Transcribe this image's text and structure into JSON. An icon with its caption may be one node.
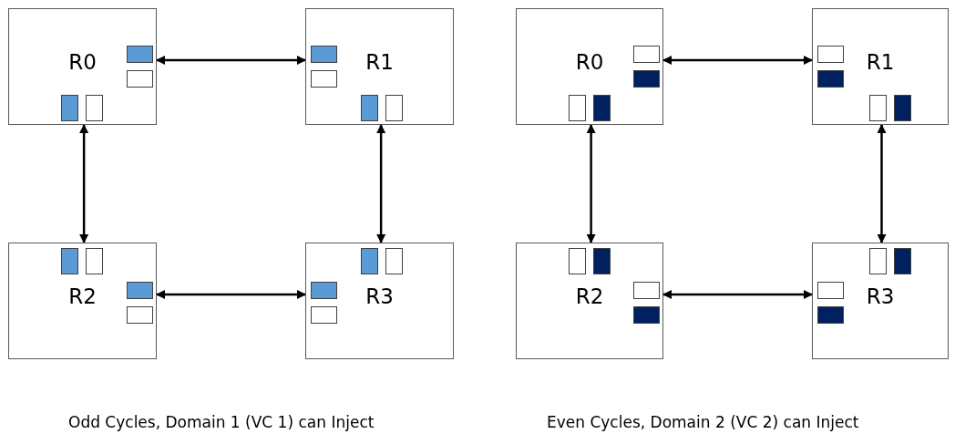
{
  "diagram": {
    "nodes": [
      {
        "text": [
          "R0"
        ]
      },
      {
        "text": [
          "R1"
        ]
      },
      {
        "text": [
          "R2"
        ]
      },
      {
        "text": [
          "R3"
        ]
      },
      {
        "text": [
          "R0"
        ]
      },
      {
        "text": [
          "R1"
        ]
      },
      {
        "text": [
          "R2"
        ]
      },
      {
        "text": [
          "R3"
        ]
      }
    ],
    "edges": [
      {
        "from": 0,
        "to": 1,
        "arrow": "both"
      },
      {
        "from": 0,
        "to": 2,
        "arrow": "both"
      },
      {
        "from": 1,
        "to": 3,
        "arrow": "both"
      },
      {
        "from": 2,
        "to": 3,
        "arrow": "both"
      },
      {
        "from": 4,
        "to": 5,
        "arrow": "both"
      },
      {
        "from": 4,
        "to": 6,
        "arrow": "both"
      },
      {
        "from": 5,
        "to": 7,
        "arrow": "both"
      },
      {
        "from": 6,
        "to": 7,
        "arrow": "both"
      }
    ],
    "labels": [
      "Odd Cycles, Domain 1 (VC 1) can Inject",
      "Even Cycles, Domain 2 (VC 2) can Inject"
    ]
  }
}
